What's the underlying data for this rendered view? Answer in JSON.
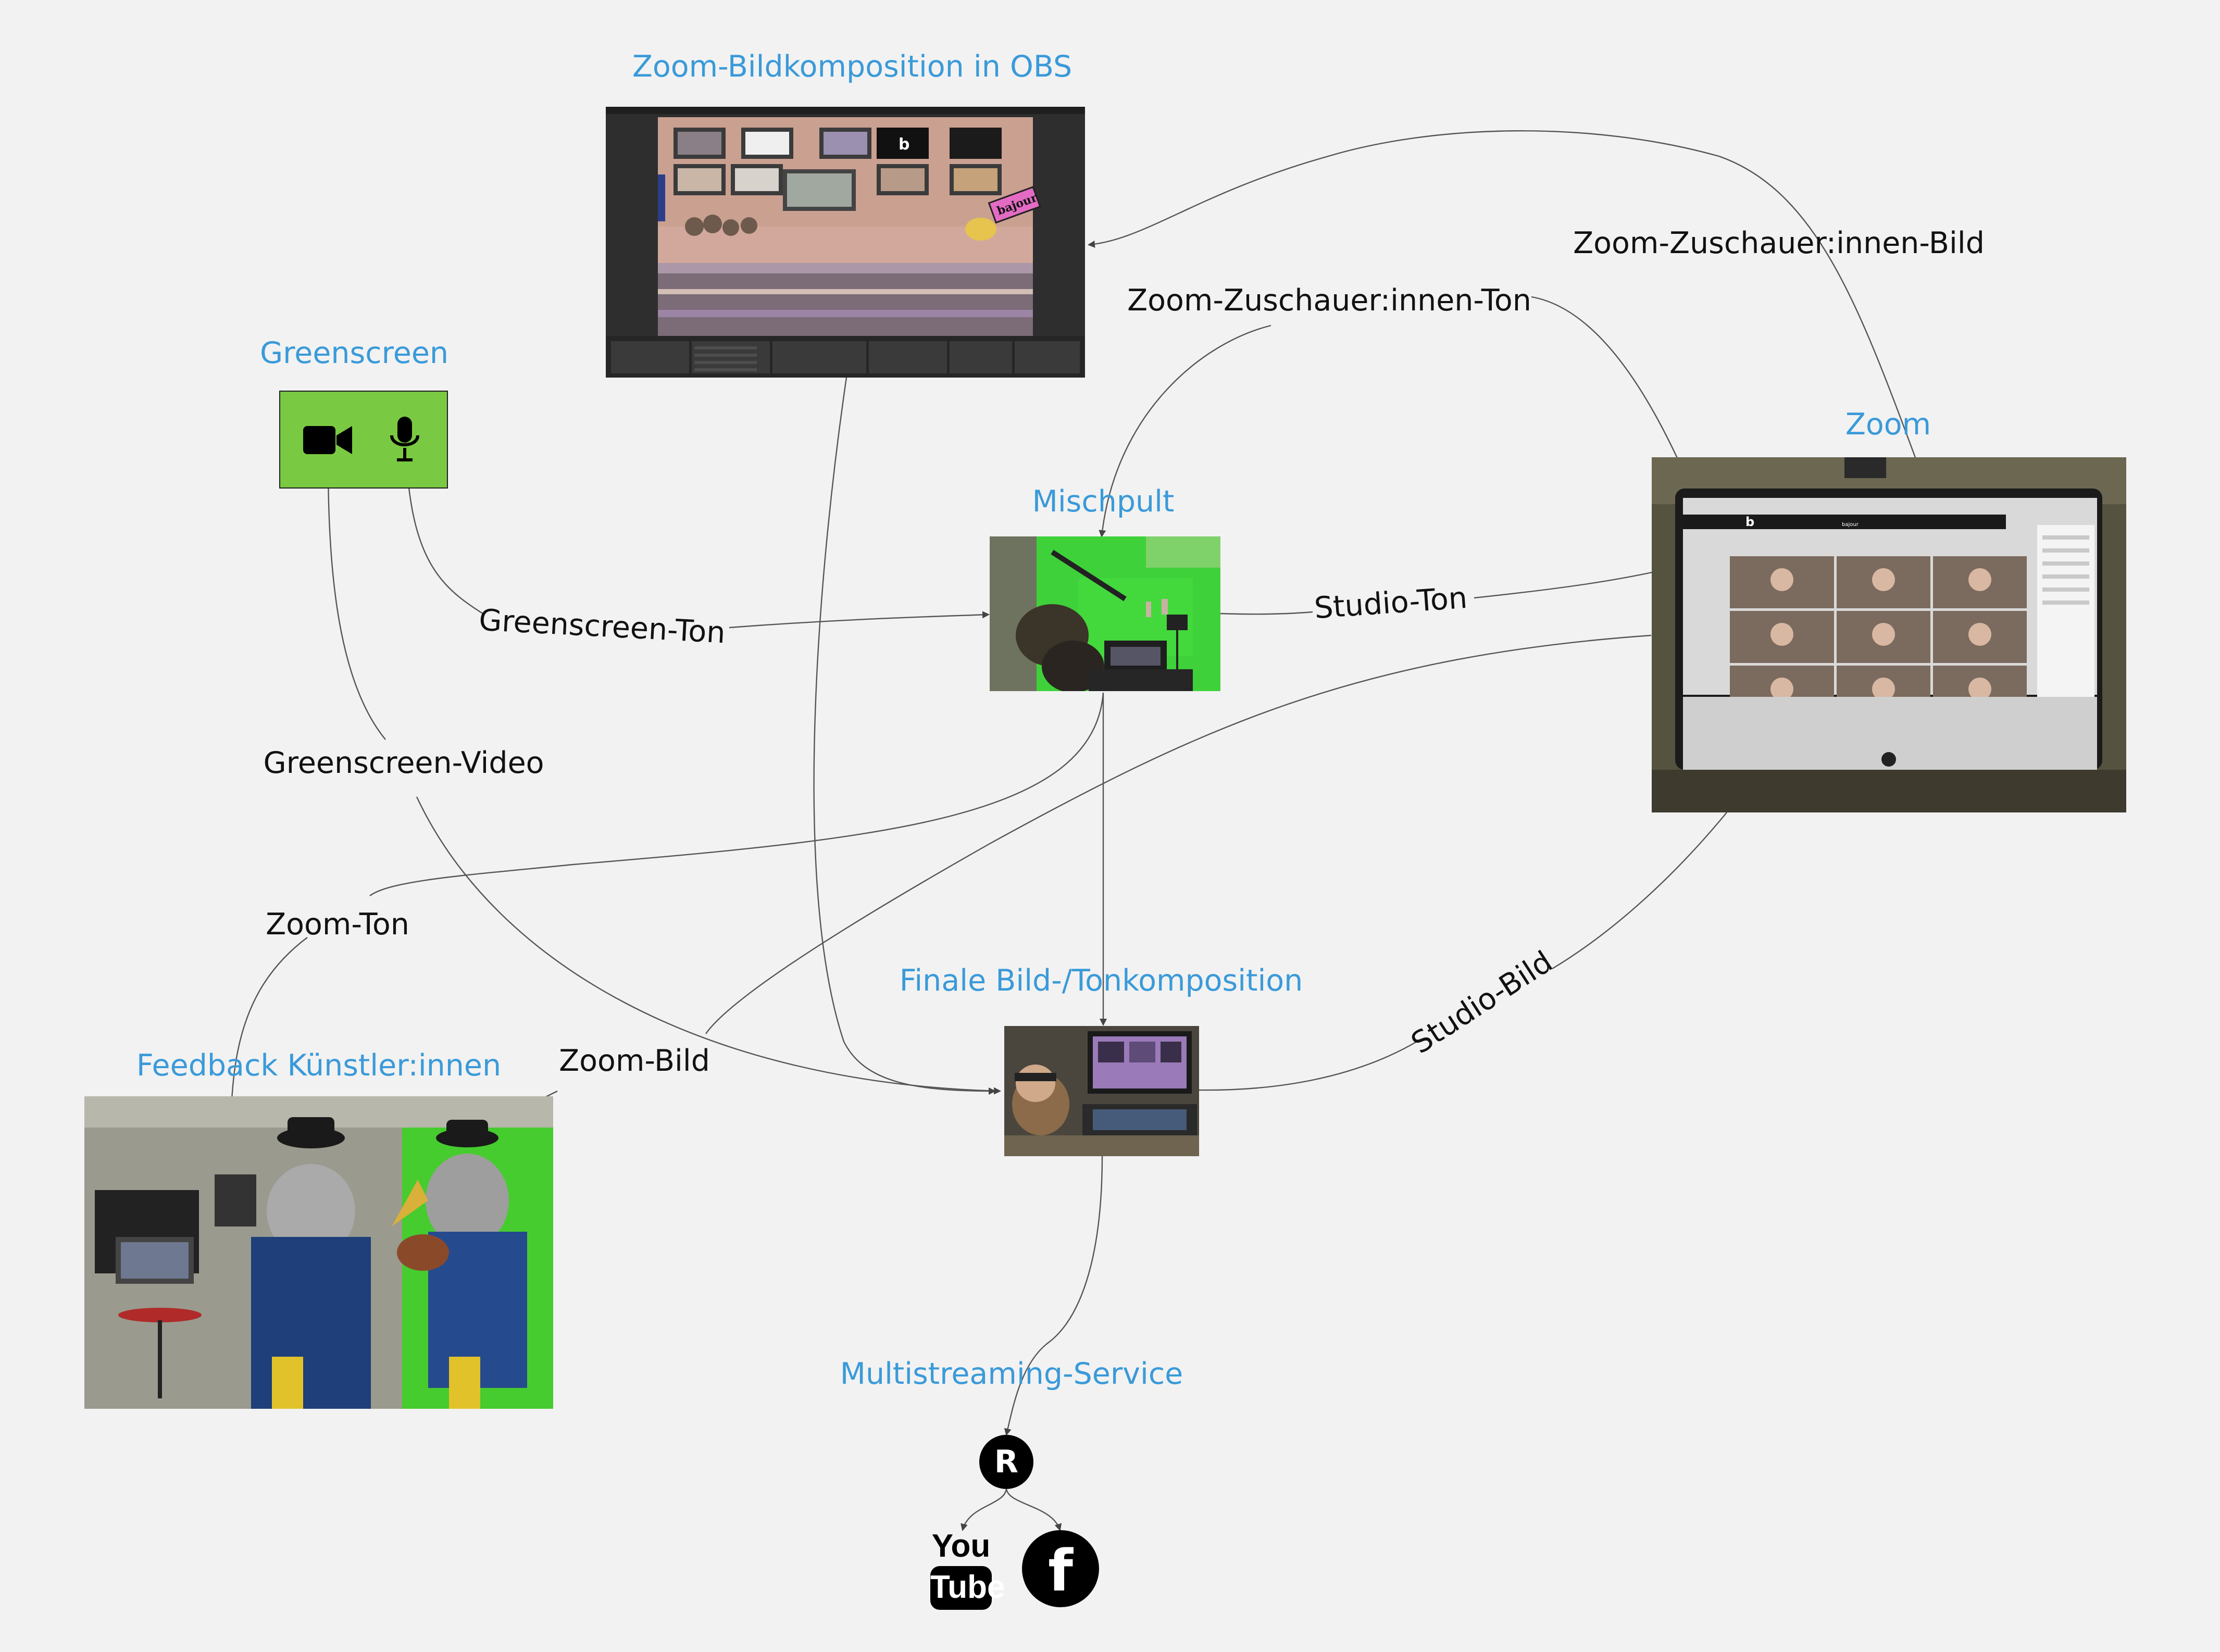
{
  "nodes": {
    "obs": {
      "title": "Zoom-Bildkomposition in OBS",
      "sign_text": "bajour",
      "logo_text": "b"
    },
    "greenscreen": {
      "title": "Greenscreen"
    },
    "mischpult": {
      "title": "Mischpult"
    },
    "zoom": {
      "title": "Zoom",
      "logo_text": "b",
      "app_text": "bajour"
    },
    "finale": {
      "title": "Finale Bild-/Tonkomposition"
    },
    "feedback": {
      "title": "Feedback Künstler:innen"
    },
    "multistream": {
      "title": "Multistreaming-Service",
      "service_letter": "R"
    },
    "youtube": {
      "line1": "You",
      "line2": "Tube"
    },
    "facebook": {
      "letter": "f"
    }
  },
  "edges": {
    "zoom_zuschauer_bild": "Zoom-Zuschauer:innen-Bild",
    "zoom_zuschauer_ton": "Zoom-Zuschauer:innen-Ton",
    "greenscreen_ton": "Greenscreen-Ton",
    "studio_ton": "Studio-Ton",
    "greenscreen_video": "Greenscreen-Video",
    "zoom_ton": "Zoom-Ton",
    "zoom_bild": "Zoom-Bild",
    "studio_bild": "Studio-Bild"
  },
  "icons": {
    "camera": "video-camera-icon",
    "mic": "microphone-icon",
    "restream": "restream-logo",
    "youtube": "youtube-logo",
    "facebook": "facebook-logo"
  },
  "colors": {
    "background": "#f2f2f2",
    "title": "#3a9ad9",
    "greenscreen_box": "#7ac943",
    "connector": "#555555"
  }
}
